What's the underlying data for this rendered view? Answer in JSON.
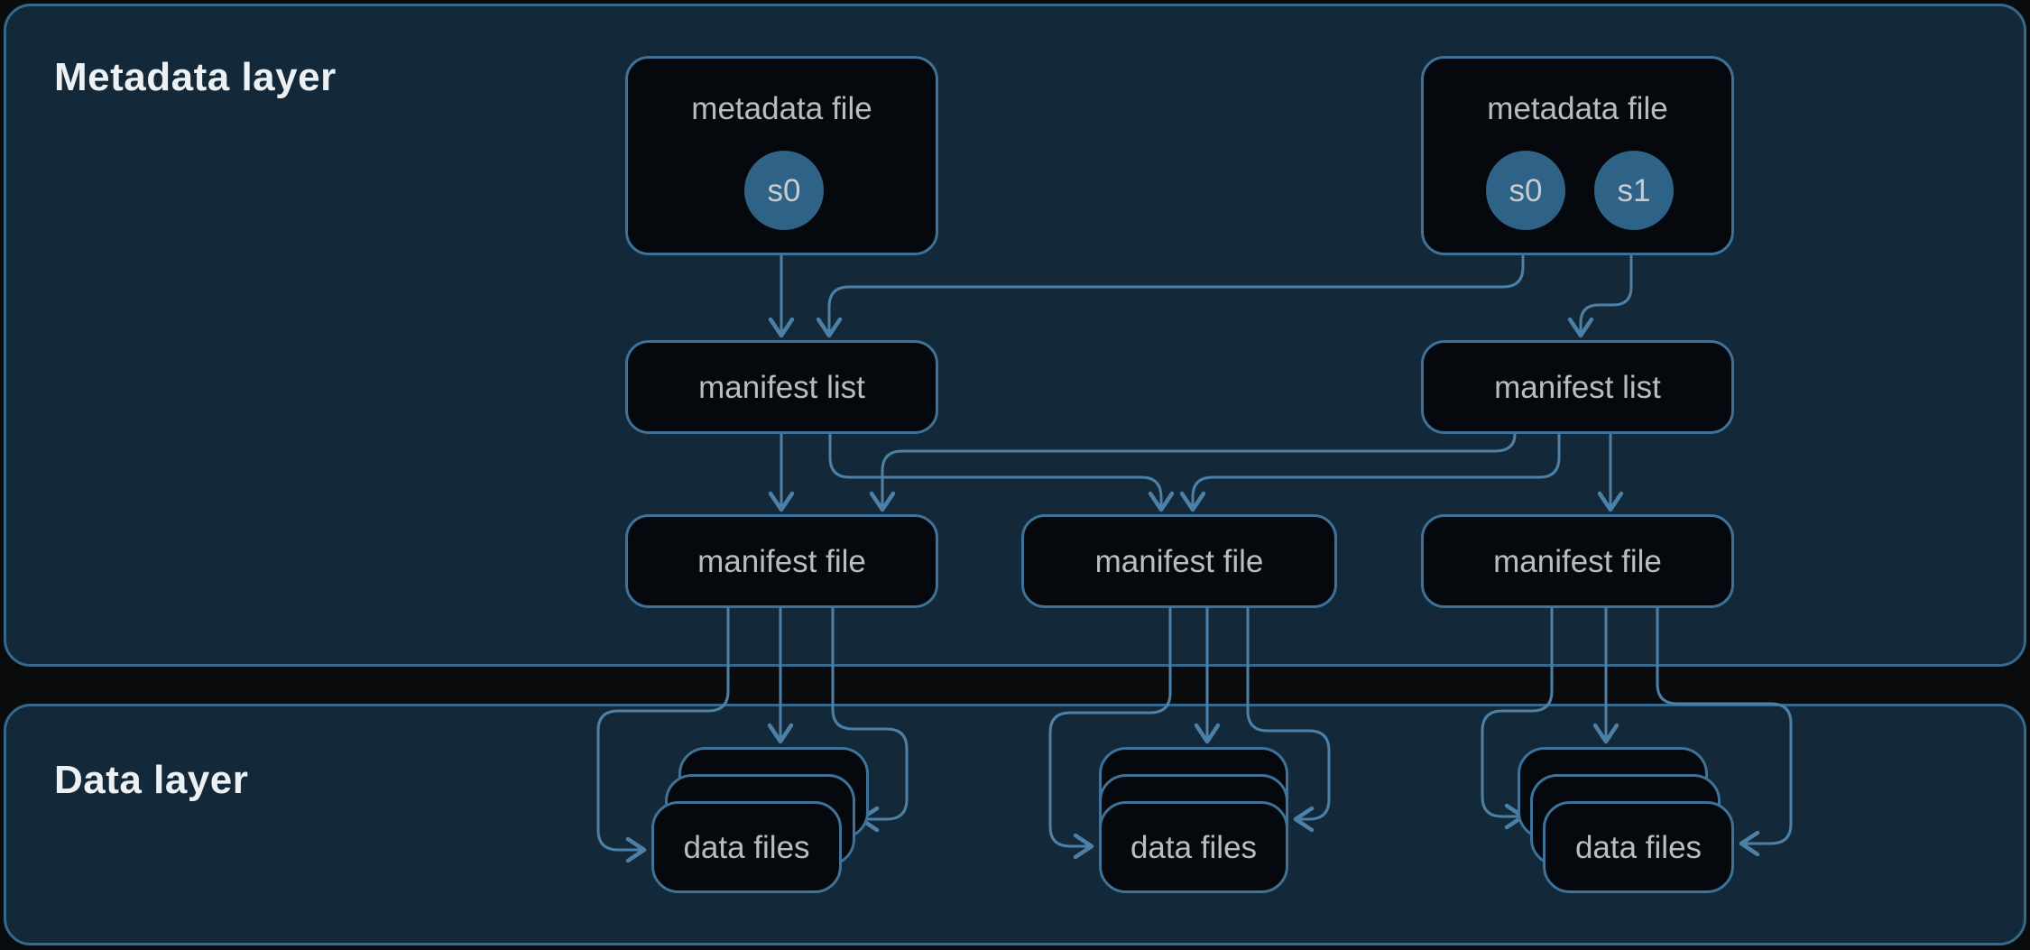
{
  "panels": {
    "metadata": {
      "title": "Metadata layer"
    },
    "data": {
      "title": "Data layer"
    }
  },
  "nodes": {
    "metadata_file_left": {
      "label": "metadata file",
      "snapshots": [
        "s0"
      ]
    },
    "metadata_file_right": {
      "label": "metadata file",
      "snapshots": [
        "s0",
        "s1"
      ]
    },
    "manifest_list_left": {
      "label": "manifest list"
    },
    "manifest_list_right": {
      "label": "manifest list"
    },
    "manifest_file_left": {
      "label": "manifest file"
    },
    "manifest_file_center": {
      "label": "manifest file"
    },
    "manifest_file_right": {
      "label": "manifest file"
    },
    "data_files_left": {
      "label": "data files"
    },
    "data_files_center": {
      "label": "data files"
    },
    "data_files_right": {
      "label": "data files"
    }
  },
  "colors": {
    "background": "#0a0b0c",
    "panel_fill": "#132939",
    "panel_border": "#35688c",
    "node_fill": "#05090e",
    "node_border": "#3e7298",
    "connector": "#4d80a7",
    "snapshot_fill": "#2e6387",
    "snapshot_text": "#c6cdd2",
    "node_text": "#b7bec3",
    "title_text": "#edf1f4"
  }
}
